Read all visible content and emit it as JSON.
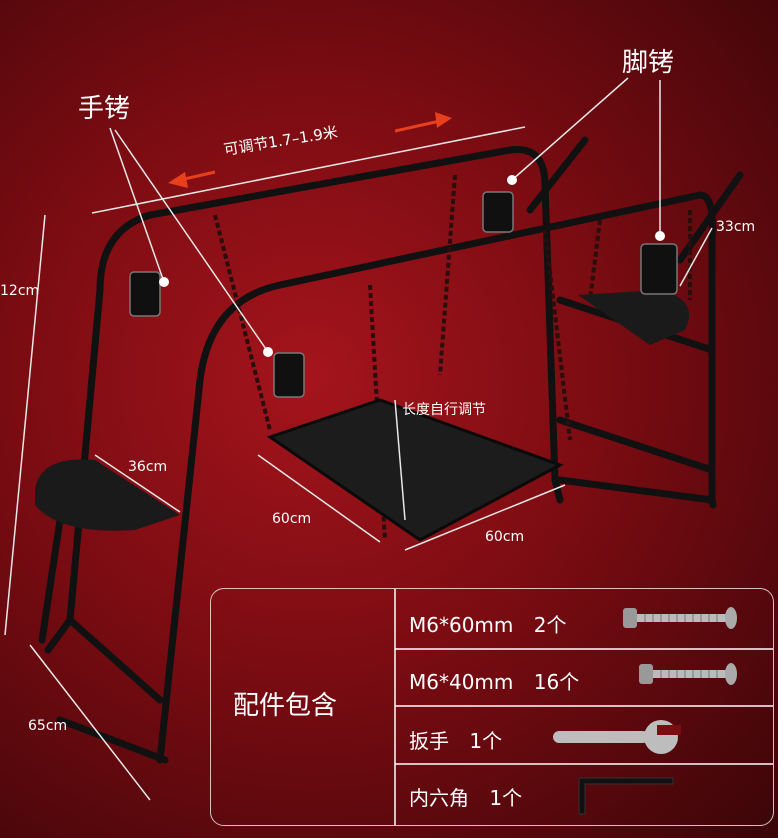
{
  "labels": {
    "handcuffs": "手铐",
    "ankle_cuffs": "脚铐",
    "adjust_width": "可调节1.7–1.9米",
    "height": "12cm",
    "cuff_size": "33cm",
    "seat_width": "36cm",
    "platform_width": "60cm",
    "platform_depth": "60cm",
    "chain_length": "长度自行调节",
    "base_depth": "65cm"
  },
  "accessories": {
    "title": "配件包含",
    "items": [
      {
        "name": "M6*60mm",
        "qty": "2个",
        "icon": "long-bolt-icon"
      },
      {
        "name": "M6*40mm",
        "qty": "16个",
        "icon": "short-bolt-icon"
      },
      {
        "name": "扳手",
        "qty": "1个",
        "icon": "wrench-icon"
      },
      {
        "name": "内六角",
        "qty": "1个",
        "icon": "hex-key-icon"
      }
    ]
  },
  "colors": {
    "background": "#7a0c12",
    "frame": "#151515",
    "arrow": "#e8401c"
  }
}
